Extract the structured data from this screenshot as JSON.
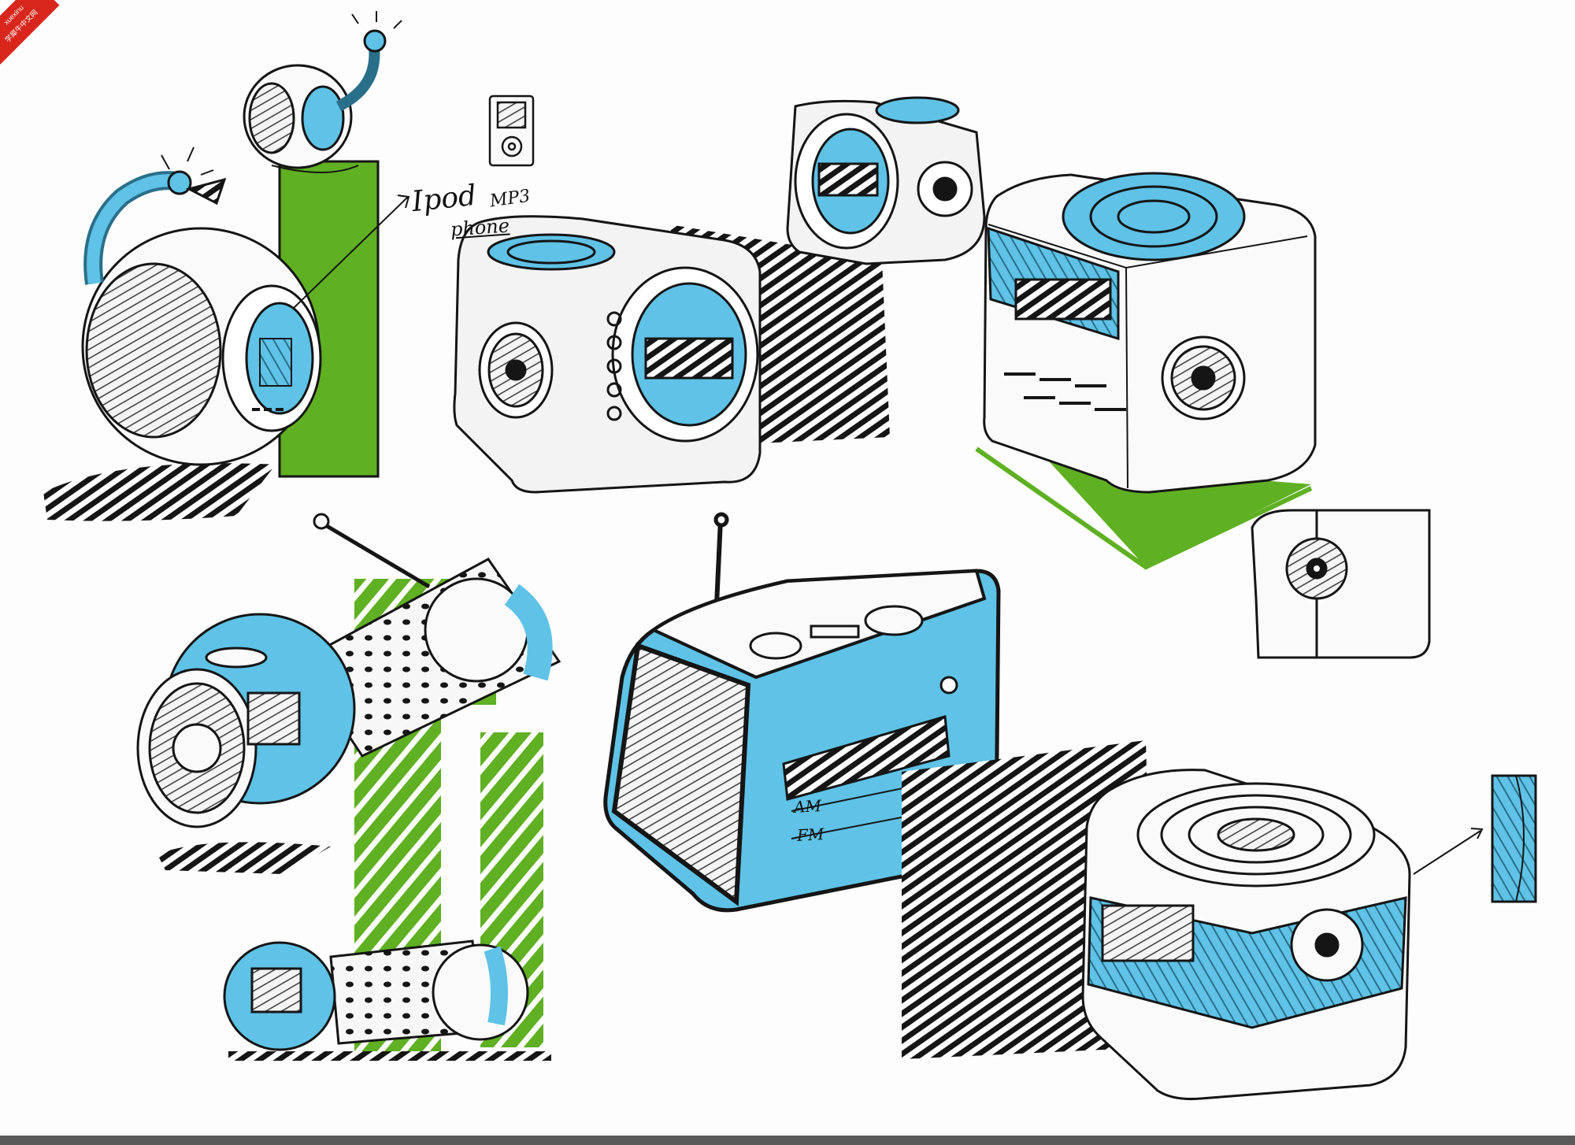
{
  "watermark": {
    "site": "xuexinu",
    "caption": "学犀牛中文网",
    "color": "#d8261c"
  },
  "annotations": {
    "ipod": "Ipod",
    "mp3": "MP3",
    "phone": "phone"
  },
  "radio_labels": {
    "am": "AM",
    "fm": "FM"
  },
  "colors": {
    "green": "#5fb022",
    "blue": "#5fc2e6",
    "ink": "#151515",
    "grey": "#b8b8b8",
    "paper": "#fdfdfd"
  },
  "icons": [
    "ipod-icon",
    "speaker-grille-icon",
    "antenna-icon",
    "arrow-icon"
  ]
}
